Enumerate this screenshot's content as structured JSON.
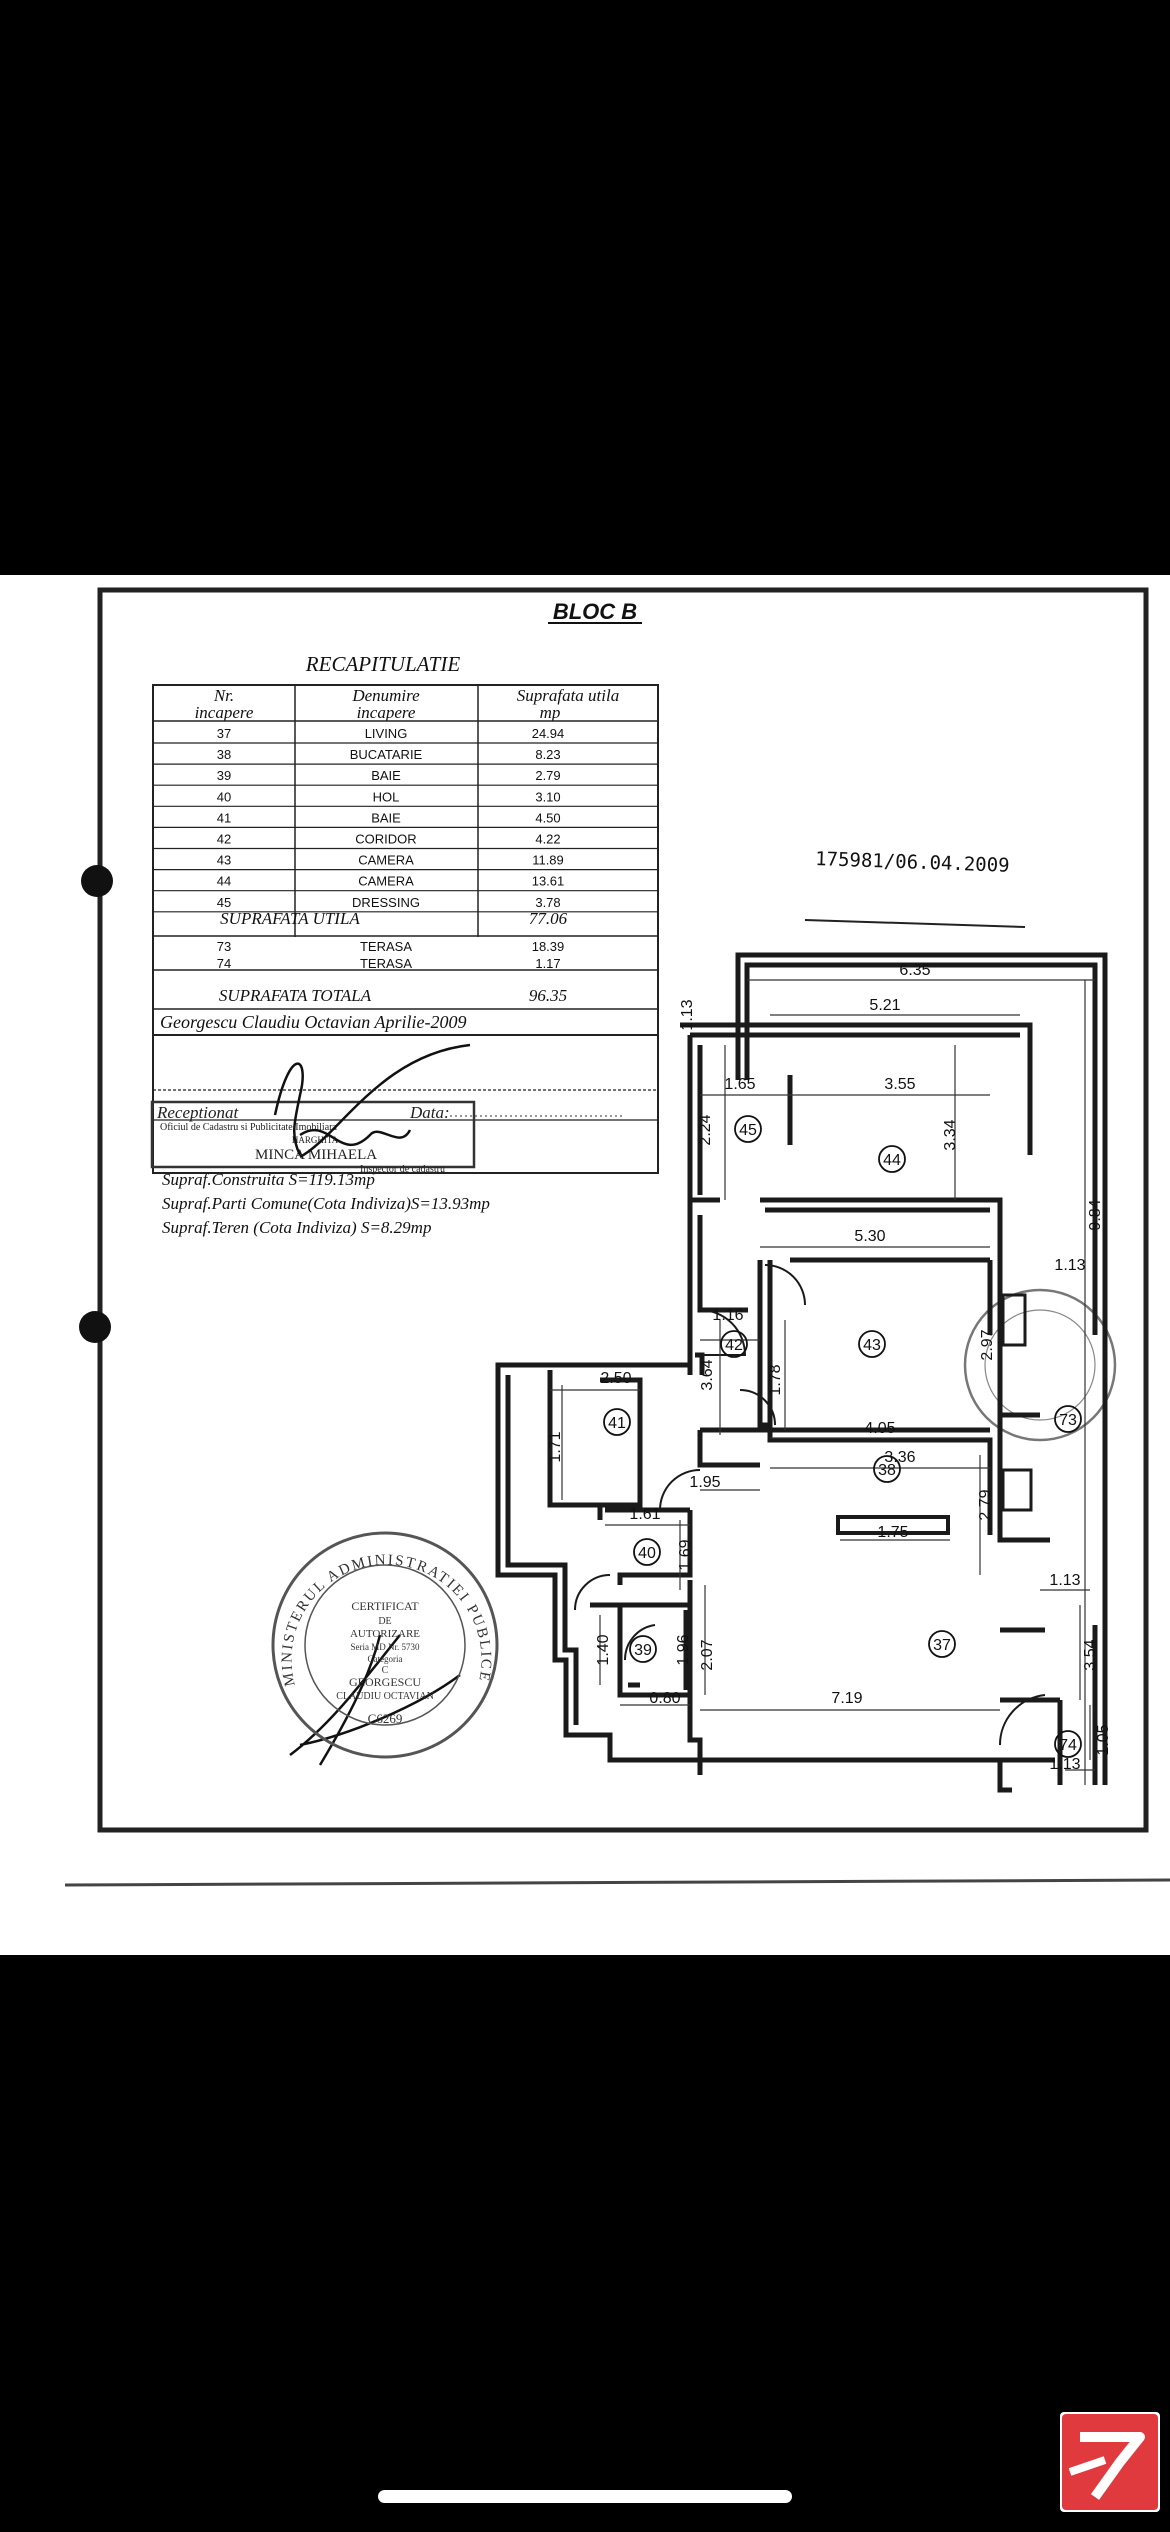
{
  "document": {
    "block_title": "BLOC B",
    "recap_title": "RECAPITULATIE",
    "headers": {
      "nr_1": "Nr.",
      "nr_2": "incapere",
      "name_1": "Denumire",
      "name_2": "incapere",
      "area_1": "Suprafata utila",
      "area_2": "mp"
    },
    "rooms": [
      {
        "nr": "37",
        "name": "LIVING",
        "area": "24.94"
      },
      {
        "nr": "38",
        "name": "BUCATARIE",
        "area": "8.23"
      },
      {
        "nr": "39",
        "name": "BAIE",
        "area": "2.79"
      },
      {
        "nr": "40",
        "name": "HOL",
        "area": "3.10"
      },
      {
        "nr": "41",
        "name": "BAIE",
        "area": "4.50"
      },
      {
        "nr": "42",
        "name": "CORIDOR",
        "area": "4.22"
      },
      {
        "nr": "43",
        "name": "CAMERA",
        "area": "11.89"
      },
      {
        "nr": "44",
        "name": "CAMERA",
        "area": "13.61"
      },
      {
        "nr": "45",
        "name": "DRESSING",
        "area": "3.78"
      }
    ],
    "useful_label": "SUPRAFATA UTILA",
    "useful_value": "77.06",
    "terraces": [
      {
        "nr": "73",
        "name": "TERASA",
        "area": "18.39"
      },
      {
        "nr": "74",
        "name": "TERASA",
        "area": "1.17"
      }
    ],
    "total_label": "SUPRAFATA TOTALA",
    "total_value": "96.35",
    "author_line": "Georgescu Claudiu Octavian Aprilie-2009",
    "received_label": "Receptionat",
    "date_label": "Data:",
    "stamp_rect": {
      "line1": "Oficiul de Cadastru si Publicitate Imobiliara",
      "line2": "HARGHITA",
      "line3": "MINCA MIHAELA",
      "line4": "Inspector de cadastru"
    },
    "stamp_round": {
      "ring": "MINISTERUL ADMINISTRATIEI PUBLICE",
      "l1": "CERTIFICAT",
      "l2": "DE",
      "l3": "AUTORIZARE",
      "l4": "Seria MD Nr. 5730",
      "l5": "Categoria",
      "l6": "C",
      "l7": "GEORGESCU",
      "l8": "CLAUDIU OCTAVIAN",
      "l9": "C6269"
    },
    "registration_number": "175981/06.04.2009",
    "built_area": "Supraf.Construita S=119.13mp",
    "common_area": "Supraf.Parti Comune(Cota Indiviza)S=13.93mp",
    "land_area": "Supraf.Teren (Cota Indiviza) S=8.29mp"
  },
  "floor_plan": {
    "room_tags": [
      "45",
      "44",
      "43",
      "42",
      "41",
      "38",
      "40",
      "39",
      "37",
      "73",
      "74"
    ],
    "dimensions": [
      "6.35",
      "5.21",
      "1.13",
      "1.65",
      "3.55",
      "2.24",
      "3.34",
      "5.30",
      "1.13",
      "9.84",
      "1.16",
      "3.64",
      "1.78",
      "2.97",
      "2.50",
      "1.71",
      "4.05",
      "3.36",
      "1.95",
      "2.79",
      "1.61",
      "1.69",
      "1.75",
      "1.13",
      "3.54",
      "1.40",
      "1.96",
      "2.07",
      "0.80",
      "7.19",
      "1.05",
      "1.13"
    ]
  },
  "colors": {
    "paper": "#ffffff",
    "ink": "#1a1a1a",
    "backdrop": "#000000",
    "badge": "#e0393e"
  },
  "icons": {
    "badge": "app-logo-icon",
    "hole": "punch-hole-icon"
  }
}
